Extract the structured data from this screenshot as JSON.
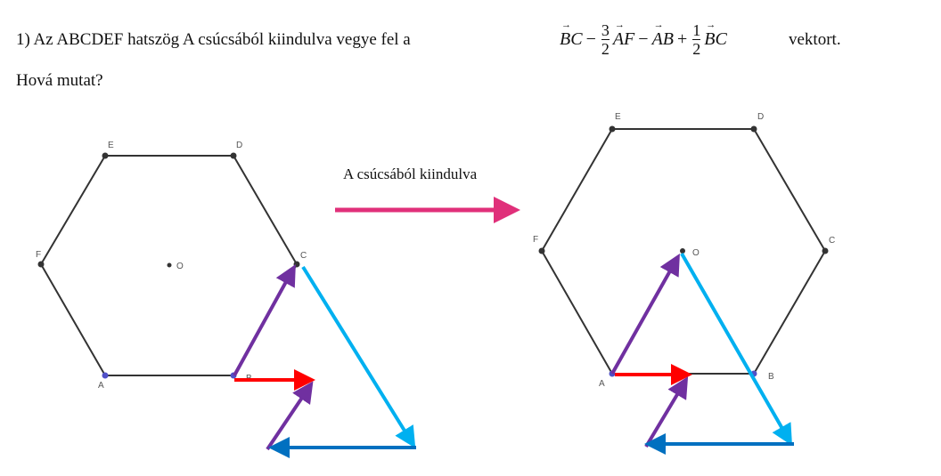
{
  "question": {
    "line1": "1) Az ABCDEF hatszög A csúcsából kiindulva vegye fel a",
    "line2": "Hová mutat?",
    "suffix": "vektort."
  },
  "formula": {
    "t1": "BC",
    "op1": "−",
    "f1_num": "3",
    "f1_den": "2",
    "t2": "AF",
    "op2": "−",
    "t3": "AB",
    "op3": "+",
    "f2_num": "1",
    "f2_den": "2",
    "t4": "BC"
  },
  "transition_label": "A csúcsából kiindulva",
  "vertices": {
    "A": "A",
    "B": "B",
    "C": "C",
    "D": "D",
    "E": "E",
    "F": "F",
    "O": "O"
  },
  "colors": {
    "pink": "#e0307a",
    "purple": "#7030a0",
    "red": "#ff0000",
    "lightblue": "#00b0f0",
    "darkblue": "#0070c0",
    "vertexA": "#5050c8"
  }
}
